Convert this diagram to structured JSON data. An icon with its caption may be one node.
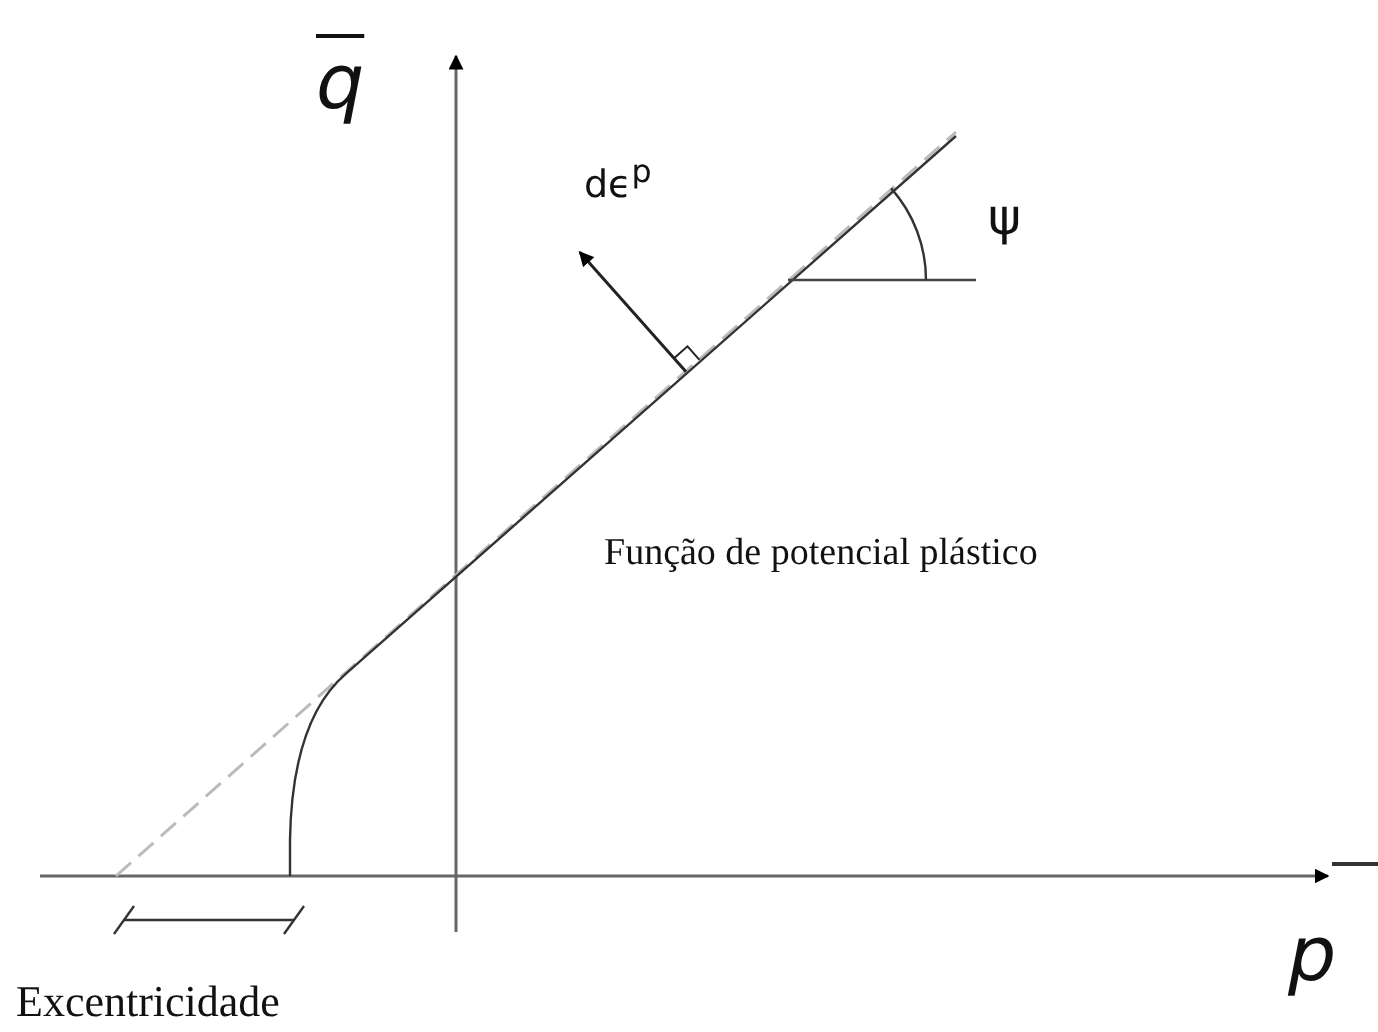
{
  "diagram": {
    "labels": [
      "q",
      "dϵ$^{p}$",
      "ψ",
      "Função de potencial plástico",
      "p",
      "Excentricidade"
    ]
  }
}
